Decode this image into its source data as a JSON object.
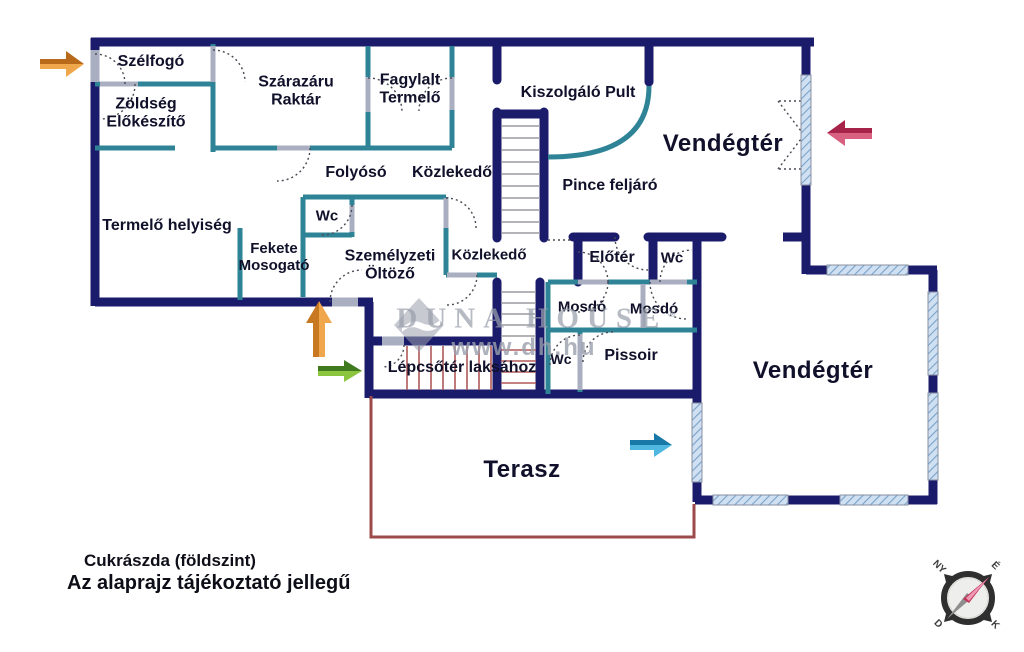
{
  "plan": {
    "rooms": {
      "szelfogo": "Szélfogó",
      "zoldseg": "Zöldség\nElőkészítő",
      "szarazaru": "Szárazáru\nRaktár",
      "fagylalt": "Fagylalt\nTermelő",
      "kiszolgalo": "Kiszolgáló Pult",
      "vendegter_felso": "Vendégtér",
      "folyoso": "Folyósó",
      "kozlekedo_felso": "Közlekedő",
      "pince_feljaro": "Pince feljáró",
      "termelo": "Termelő helyiség",
      "wc_felso": "Wc",
      "fekete_mosogato": "Fekete\nMosogató",
      "szemelyzeti": "Személyzeti\nÖltöző",
      "kozlekedo_also": "Közlekedő",
      "eloter": "Előtér",
      "wc_jobb": "Wc",
      "mosdo_bal": "Mosdó",
      "mosdo_jobb": "Mosdó",
      "wc_also": "Wc",
      "pissoir": "Pissoir",
      "lepcsoter": "Lépcsőtér laksához",
      "terasz": "Terasz",
      "vendegter_also": "Vendégtér"
    },
    "notes": {
      "line1": "Cukrászda (földszint)",
      "line2": "Az alaprajz tájékoztató jellegű"
    },
    "watermark": {
      "name": "DUNA HOUSE",
      "reg": "®",
      "url": "www.dh.hu"
    },
    "compass": {
      "nw": "NY",
      "ne": "É",
      "sw": "D",
      "se": "K"
    }
  },
  "colors": {
    "wall": "#1b1b6b",
    "partition": "#2e8496",
    "door": "#a9aec0",
    "window_bg": "#cfe0f2",
    "window_line": "#7aa2c8",
    "terrace": "#9c4a4a",
    "step": "#9a9aa0",
    "step_red": "#b05858",
    "text": "#10102a",
    "watermark": "#9aa0ac",
    "arrow_orange_dark": "#b86a1a",
    "arrow_orange_light": "#f0a64a",
    "arrow_red_dark": "#a8234a",
    "arrow_red_light": "#d86080",
    "arrow_green_dark": "#3f7a1f",
    "arrow_green_light": "#8cc63f",
    "arrow_blue_dark": "#1878a8",
    "arrow_blue_light": "#50b8e0"
  }
}
